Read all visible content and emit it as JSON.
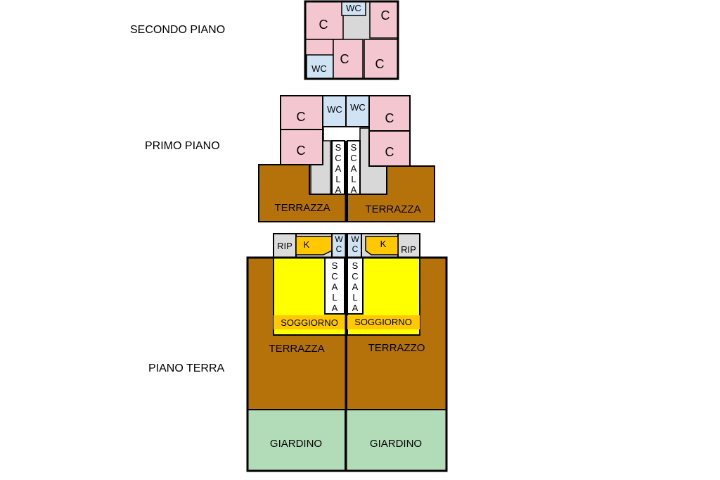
{
  "floors": {
    "secondo": {
      "label": "SECONDO PIANO",
      "rooms": {
        "c1": "C",
        "c2": "C",
        "c3": "C",
        "c4": "C",
        "wc1": "WC",
        "wc2": "WC"
      }
    },
    "primo": {
      "label": "PRIMO PIANO",
      "rooms": {
        "c_tl": "C",
        "c_bl": "C",
        "c_tr": "C",
        "c_br": "C",
        "wc_l": "WC",
        "wc_r": "WC",
        "scala_l": "SCALA",
        "scala_r": "SCALA",
        "terrazza_l": "TERRAZZA",
        "terrazza_r": "TERRAZZA"
      }
    },
    "terra": {
      "label": "PIANO TERRA",
      "rooms": {
        "rip_l": "RIP",
        "rip_r": "RIP",
        "k_l": "K",
        "k_r": "K",
        "wc_l": "WC",
        "wc_r": "WC",
        "scala_l": "SCALA",
        "scala_r": "SCALA",
        "soggiorno_l": "SOGGIORNO",
        "soggiorno_r": "SOGGIORNO",
        "terrazza_l": "TERRAZZA",
        "terrazzo_r": "TERRAZZO",
        "giardino_l": "GIARDINO",
        "giardino_r": "GIARDINO"
      }
    }
  },
  "colors": {
    "bedroom": "#f4c6d0",
    "bathroom": "#cfe3f5",
    "circulation": "#d8d8d8",
    "stair": "#ffffff",
    "terrace": "#b5720a",
    "living": "#ffff00",
    "kitchen": "#ffc800",
    "storage": "#dcdcdc",
    "garden": "#b2dcb8"
  }
}
